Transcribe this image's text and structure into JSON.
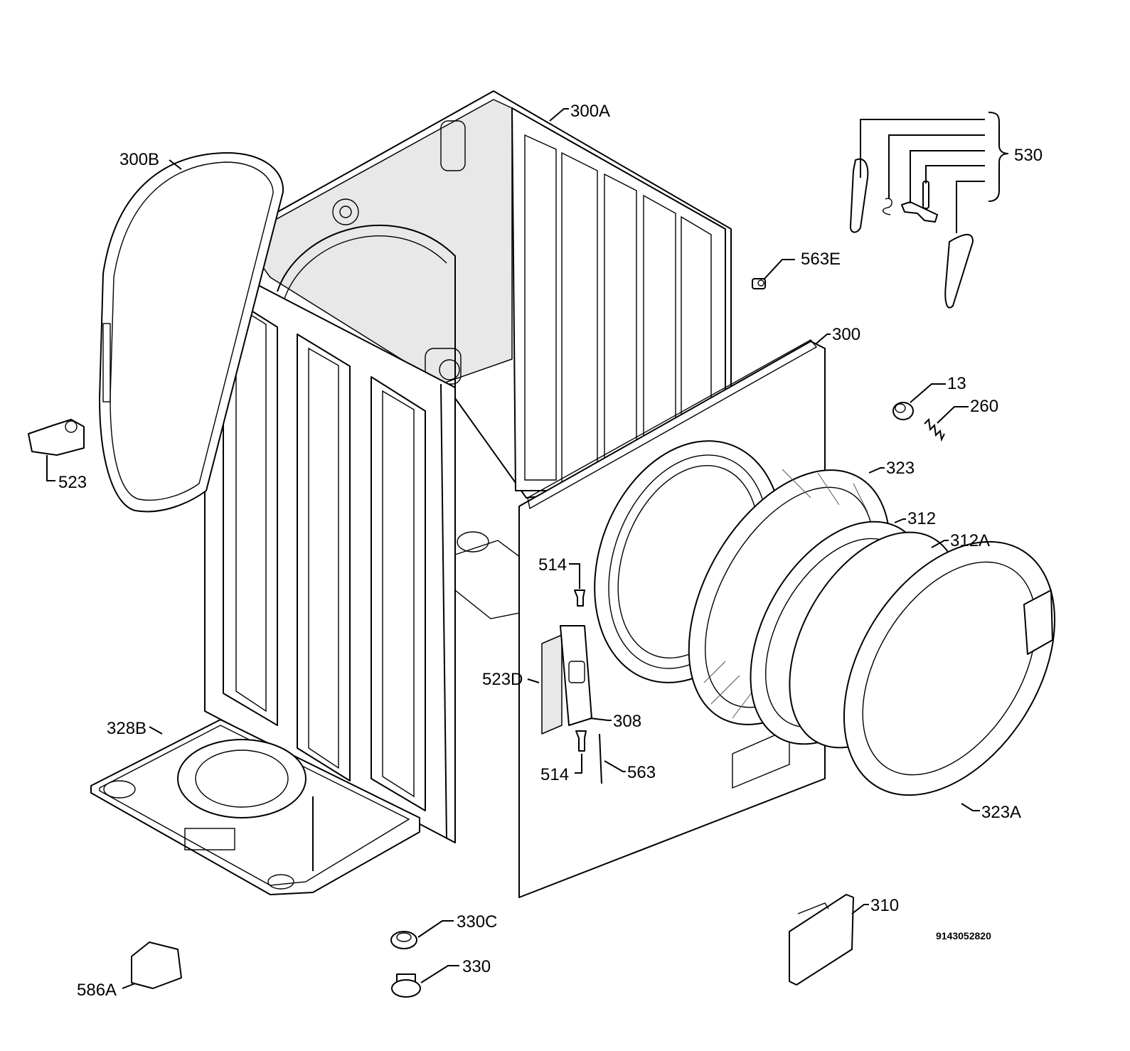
{
  "diagram": {
    "document_number": "9143052820",
    "callouts": [
      {
        "id": "300A",
        "text": "300A"
      },
      {
        "id": "300B",
        "text": "300B"
      },
      {
        "id": "530",
        "text": "530"
      },
      {
        "id": "563E",
        "text": "563E"
      },
      {
        "id": "300",
        "text": "300"
      },
      {
        "id": "13",
        "text": "13"
      },
      {
        "id": "260",
        "text": "260"
      },
      {
        "id": "523",
        "text": "523"
      },
      {
        "id": "323",
        "text": "323"
      },
      {
        "id": "312",
        "text": "312"
      },
      {
        "id": "312A",
        "text": "312A"
      },
      {
        "id": "514a",
        "text": "514"
      },
      {
        "id": "523D",
        "text": "523D"
      },
      {
        "id": "308",
        "text": "308"
      },
      {
        "id": "328B",
        "text": "328B"
      },
      {
        "id": "514b",
        "text": "514"
      },
      {
        "id": "563",
        "text": "563"
      },
      {
        "id": "323A",
        "text": "323A"
      },
      {
        "id": "310",
        "text": "310"
      },
      {
        "id": "330C",
        "text": "330C"
      },
      {
        "id": "330",
        "text": "330"
      },
      {
        "id": "586A",
        "text": "586A"
      }
    ]
  }
}
